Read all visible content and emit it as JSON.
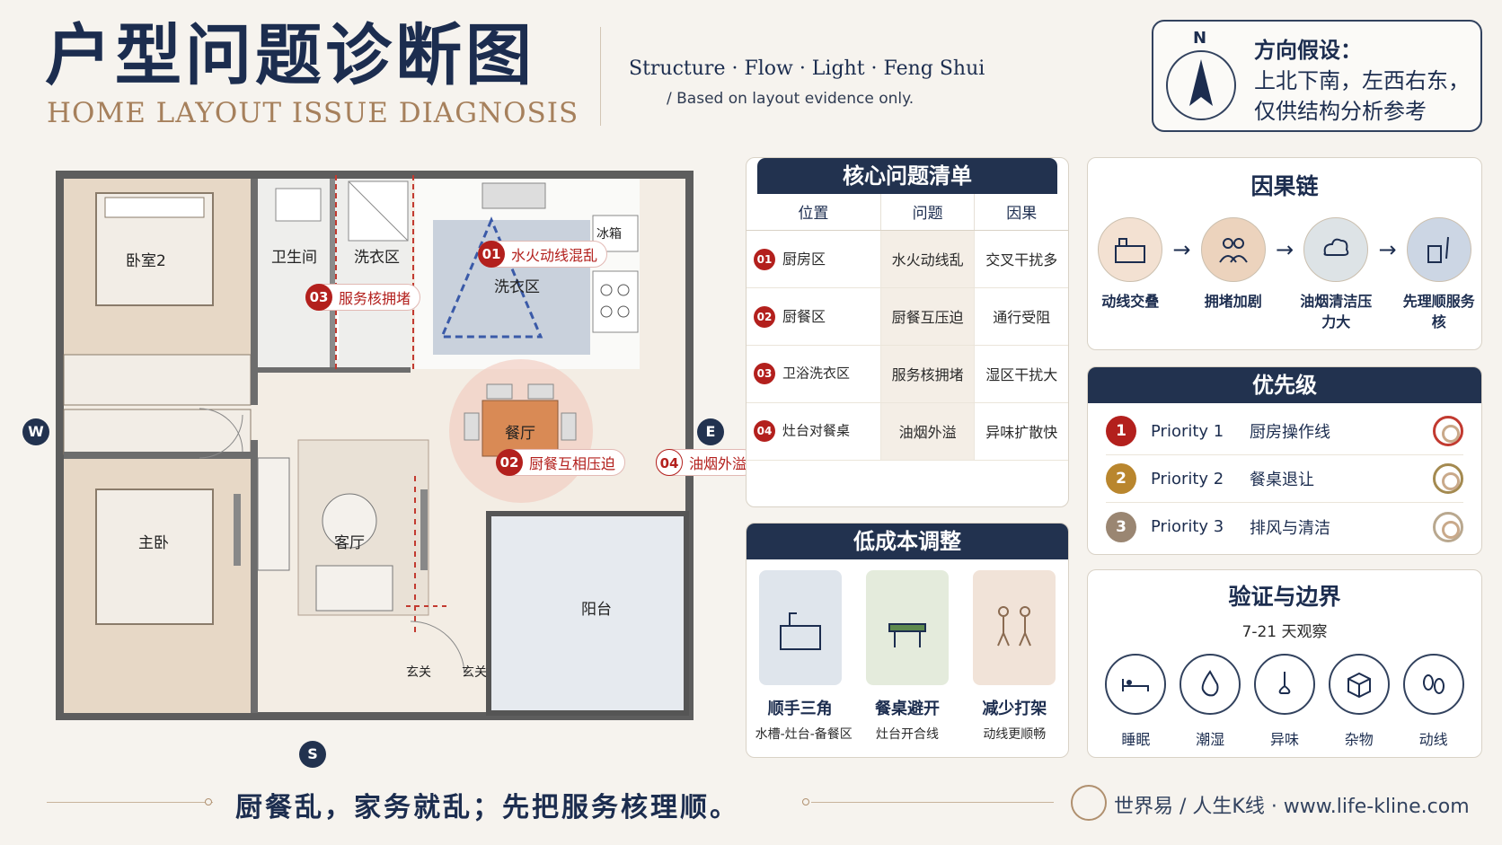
{
  "header": {
    "title": "户型问题诊断图",
    "subtitle": "HOME LAYOUT ISSUE DIAGNOSIS",
    "tagline": "Structure · Flow · Light · Feng Shui",
    "note": "/ Based on layout evidence only."
  },
  "compass": {
    "north_letter": "N",
    "heading": "方向假设：",
    "line1": "上北下南，左西右东，",
    "line2": "仅供结构分析参考"
  },
  "plan": {
    "directions": {
      "west": "W",
      "east": "E",
      "south": "S"
    },
    "rooms": {
      "bedroom2": "卧室2",
      "bathroom": "卫生间",
      "laundry": "洗衣区",
      "fridge": "冰箱",
      "sink": "洗衣区",
      "dining": "餐厅",
      "master": "主卧",
      "living": "客厅",
      "balcony": "阳台",
      "entry_left": "玄关",
      "entry_right": "玄关"
    },
    "issues": [
      {
        "num": "01",
        "label": "水火动线混乱"
      },
      {
        "num": "02",
        "label": "厨餐互相压迫"
      },
      {
        "num": "03",
        "label": "服务核拥堵"
      },
      {
        "num": "04",
        "label": "油烟外溢"
      }
    ]
  },
  "core_issues": {
    "title": "核心问题清单",
    "columns": [
      "位置",
      "问题",
      "因果"
    ],
    "rows": [
      {
        "num": "01",
        "location": "厨房区",
        "problem": "水火动线乱",
        "cause": "交叉干扰多"
      },
      {
        "num": "02",
        "location": "厨餐区",
        "problem": "厨餐互压迫",
        "cause": "通行受阻"
      },
      {
        "num": "03",
        "location": "卫浴洗衣区",
        "problem": "服务核拥堵",
        "cause": "湿区干扰大"
      },
      {
        "num": "04",
        "location": "灶台对餐桌",
        "problem": "油烟外溢",
        "cause": "异味扩散快"
      }
    ]
  },
  "causal_chain": {
    "title": "因果链",
    "steps": [
      {
        "icon": "kitchen-icon",
        "label": "动线交叠"
      },
      {
        "icon": "people-icon",
        "label": "拥堵加剧"
      },
      {
        "icon": "smoke-icon",
        "label": "油烟清洁压力大"
      },
      {
        "icon": "cleaning-icon",
        "label": "先理顺服务核"
      }
    ]
  },
  "priority": {
    "title": "优先级",
    "items": [
      {
        "badge": "1",
        "name": "Priority 1",
        "desc": "厨房操作线",
        "color": "#b3201d"
      },
      {
        "badge": "2",
        "name": "Priority 2",
        "desc": "餐桌退让",
        "color": "#b9862e"
      },
      {
        "badge": "3",
        "name": "Priority 3",
        "desc": "排风与清洁",
        "color": "#9a8672"
      }
    ]
  },
  "adjustments": {
    "title": "低成本调整",
    "cards": [
      {
        "title": "顺手三角",
        "sub": "水槽-灶台-备餐区",
        "bg": "#dfe5ec"
      },
      {
        "title": "餐桌避开",
        "sub": "灶台开合线",
        "bg": "#e4ebdc"
      },
      {
        "title": "减少打架",
        "sub": "动线更顺畅",
        "bg": "#f1e3d8"
      }
    ]
  },
  "verify": {
    "title": "验证与边界",
    "period": "7-21 天观察",
    "items": [
      {
        "icon": "bed-icon",
        "label": "睡眠"
      },
      {
        "icon": "droplet-icon",
        "label": "潮湿"
      },
      {
        "icon": "nose-icon",
        "label": "异味"
      },
      {
        "icon": "box-icon",
        "label": "杂物"
      },
      {
        "icon": "footprints-icon",
        "label": "动线"
      }
    ]
  },
  "footer": {
    "slogan": "厨餐乱，家务就乱；先把服务核理顺。",
    "brand": "世界易 / 人生K线 · www.life-kline.com"
  }
}
